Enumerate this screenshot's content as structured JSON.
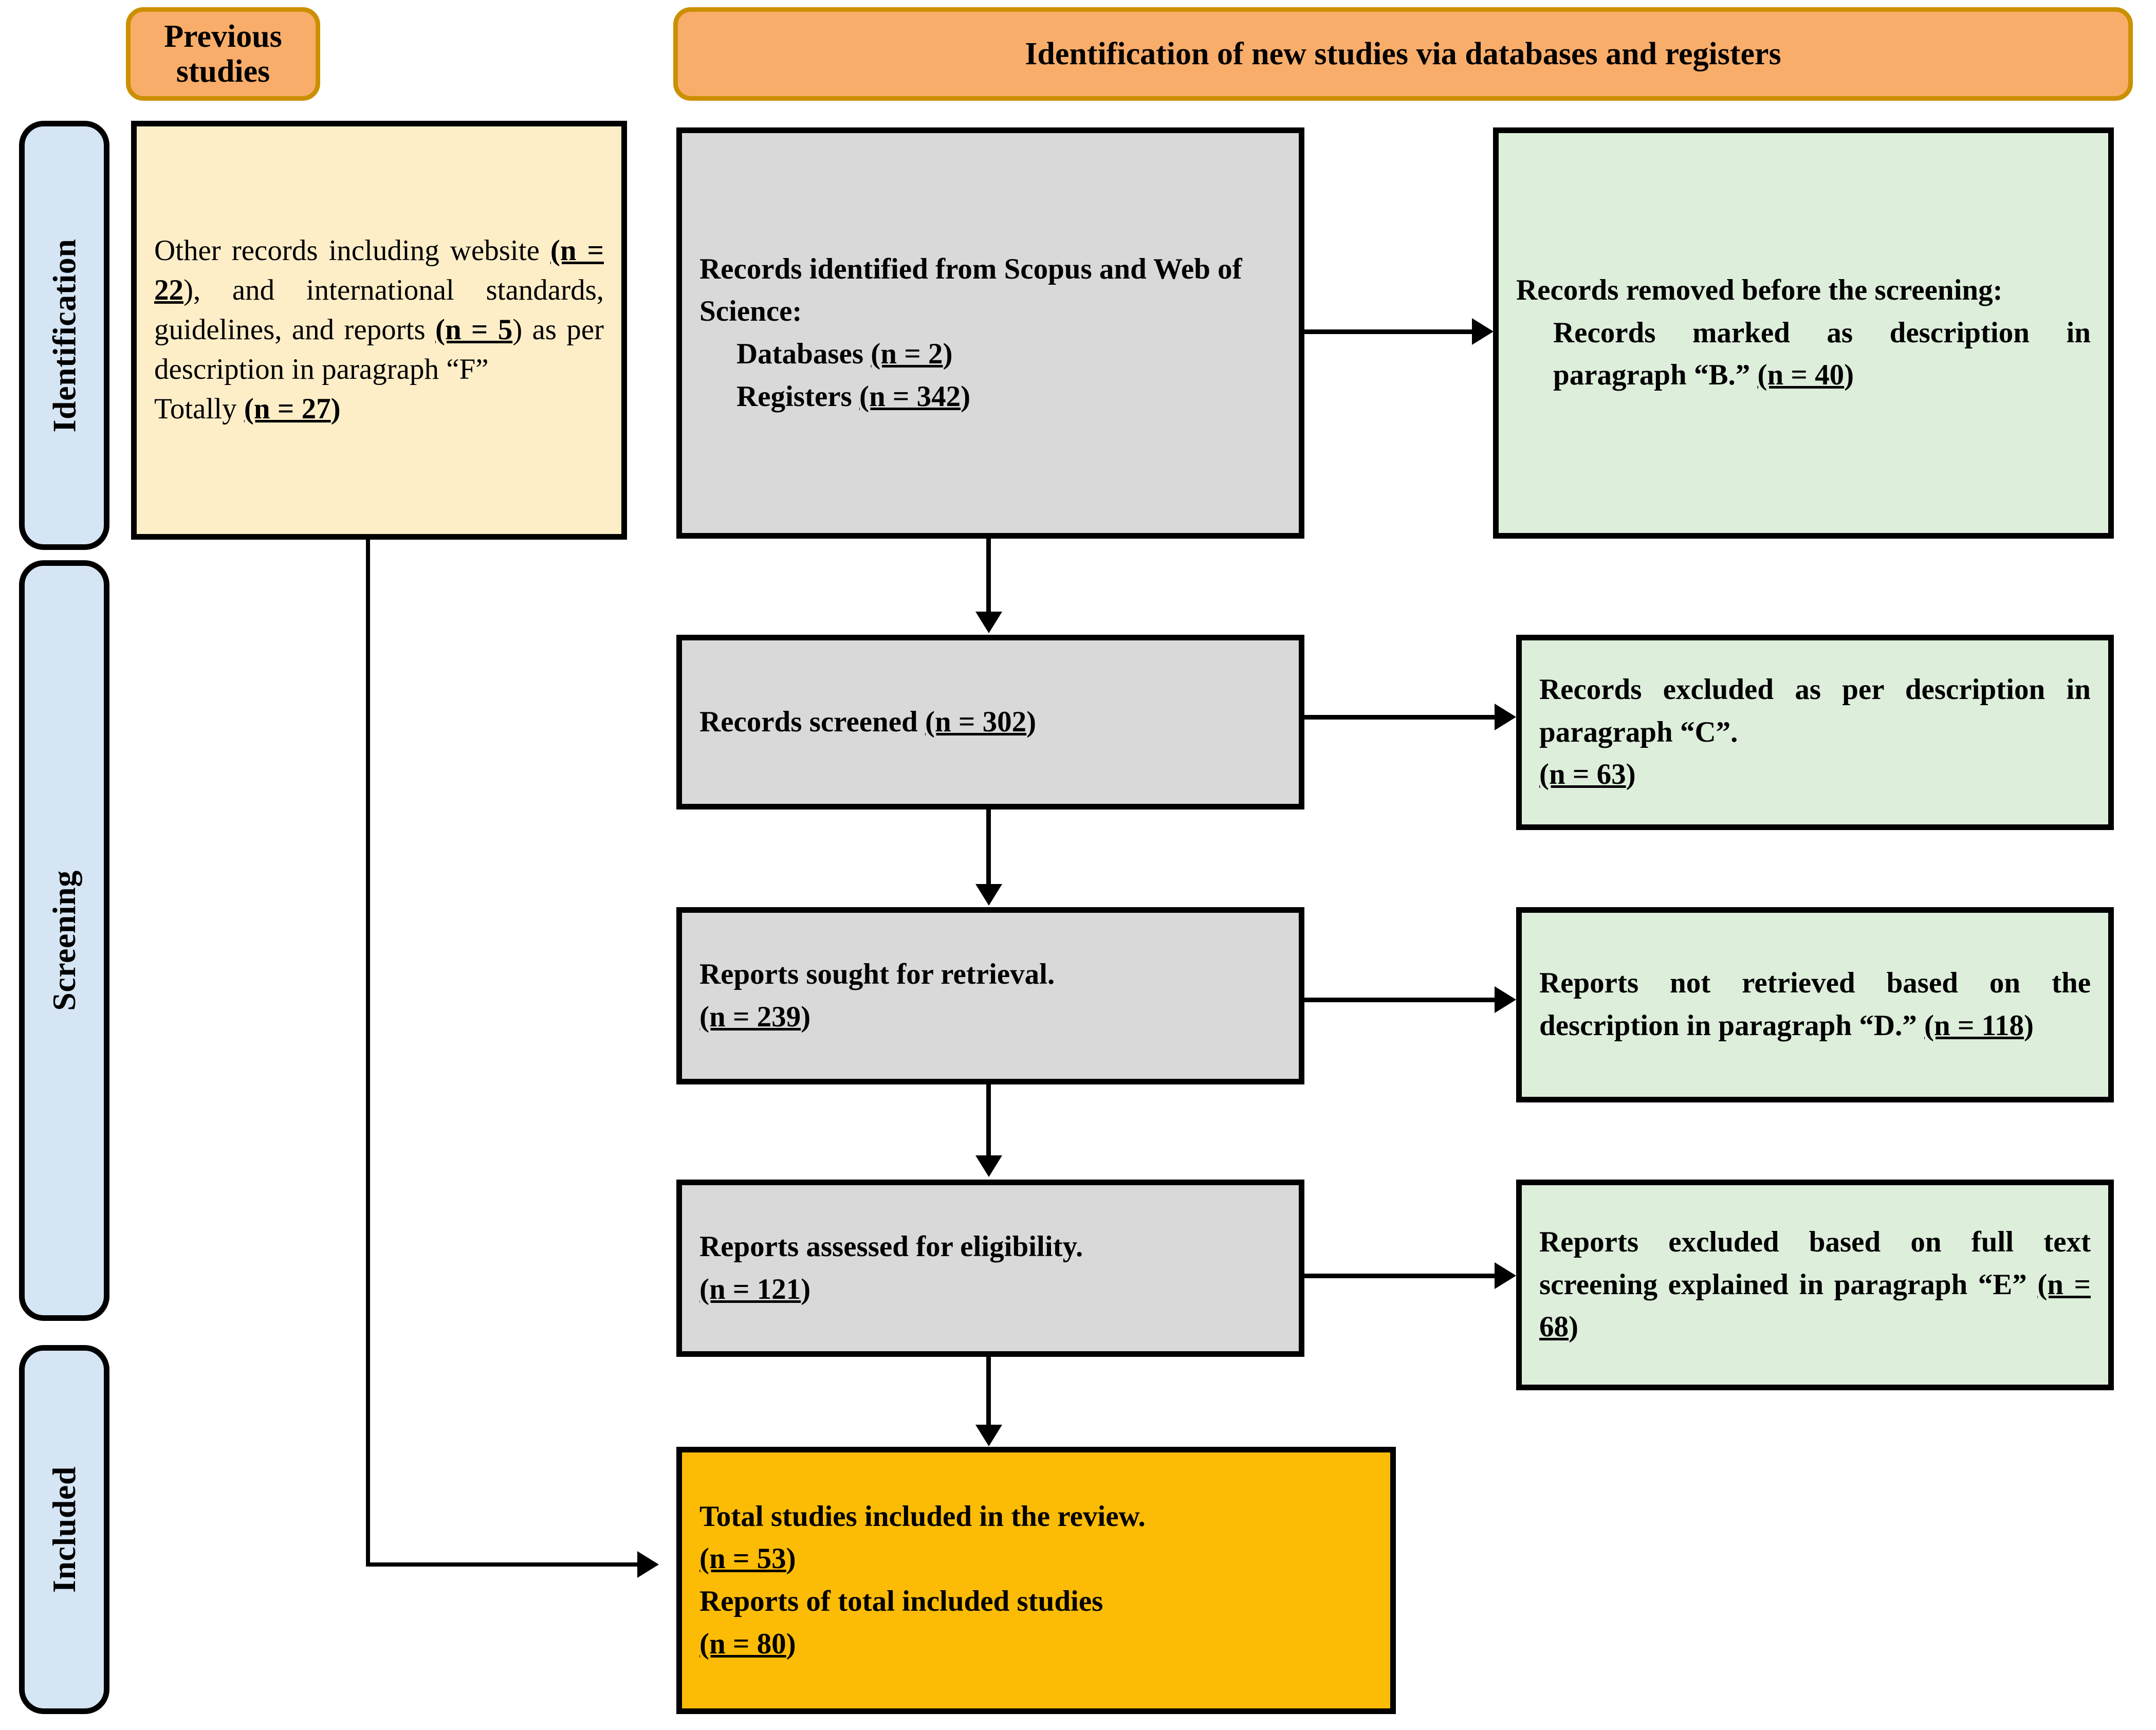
{
  "headers": [
    {
      "id": "previous-studies",
      "label": "Previous studies"
    },
    {
      "id": "identification-new",
      "label": "Identification of new studies via databases and registers"
    }
  ],
  "stages": [
    {
      "id": "identification",
      "label": "Identification"
    },
    {
      "id": "screening",
      "label": "Screening"
    },
    {
      "id": "included",
      "label": "Included"
    }
  ],
  "boxes": {
    "other_records": {
      "id": "other-records",
      "color": "#fdeec8",
      "line1_a": "Other records including website ",
      "line1_n": "(n = 22",
      "line1_b": "), and international standards, guidelines, and reports ",
      "line1_n2": "(n = 5",
      "line1_c": ") as per description in paragraph “F”",
      "line2_a": "Totally ",
      "line2_n": "(n = 27",
      "line2_b": ")"
    },
    "records_identified": {
      "id": "records-identified",
      "color": "#d9d9d9",
      "title": "Records identified from Scopus and Web of Science:",
      "sub1_a": "Databases ",
      "sub1_n": "(n = 2",
      "sub1_b": ")",
      "sub2_a": "Registers ",
      "sub2_n": "(n = 342",
      "sub2_b": ")"
    },
    "records_removed": {
      "id": "records-removed",
      "color": "#ddeedb",
      "title": "Records removed before the screening:",
      "sub_a": "Records marked as description in paragraph “B.” ",
      "sub_n": "(n = 40",
      "sub_b": ")"
    },
    "records_screened": {
      "id": "records-screened",
      "color": "#d9d9d9",
      "text_a": "Records screened ",
      "text_n": "(n = 302",
      "text_b": ")"
    },
    "records_excluded": {
      "id": "records-excluded",
      "color": "#ddeedb",
      "text_a": "Records excluded as per description in paragraph “C”.",
      "text_n": " (n = 63",
      "text_b": ")"
    },
    "reports_sought": {
      "id": "reports-sought",
      "color": "#d9d9d9",
      "text_a": "Reports sought for retrieval.",
      "text_n": "(n = 239",
      "text_b": ")"
    },
    "reports_not_retrieved": {
      "id": "reports-not-retrieved",
      "color": "#ddeedb",
      "text_a": "Reports not retrieved based on the description in paragraph “D.” ",
      "text_n": "(n = 118",
      "text_b": ")"
    },
    "reports_assessed": {
      "id": "reports-assessed",
      "color": "#d9d9d9",
      "text_a": "Reports assessed for eligibility.",
      "text_n": "(n = 121",
      "text_b": ")"
    },
    "reports_excluded": {
      "id": "reports-excluded",
      "color": "#ddeedb",
      "text_a": "Reports excluded based on full text screening explained in paragraph “E” ",
      "text_n": "(n = 68",
      "text_b": ")"
    },
    "total_included": {
      "id": "total-included",
      "color": "#fcbb05",
      "line1": "Total studies included in the review.",
      "line2_n": "(n = 53",
      "line2_b": ")",
      "line3": "Reports of total included studies",
      "line4_n": "(n = 80",
      "line4_b": ")"
    }
  },
  "colors": {
    "header_fill": "#f9ad6a",
    "header_border": "#cb9000",
    "stage_fill": "#d6e5f3",
    "yellow_fill": "#fdeec8",
    "grey_fill": "#d9d9d9",
    "green_fill": "#ddeedb",
    "gold_fill": "#fcbb05",
    "line": "#000000"
  }
}
